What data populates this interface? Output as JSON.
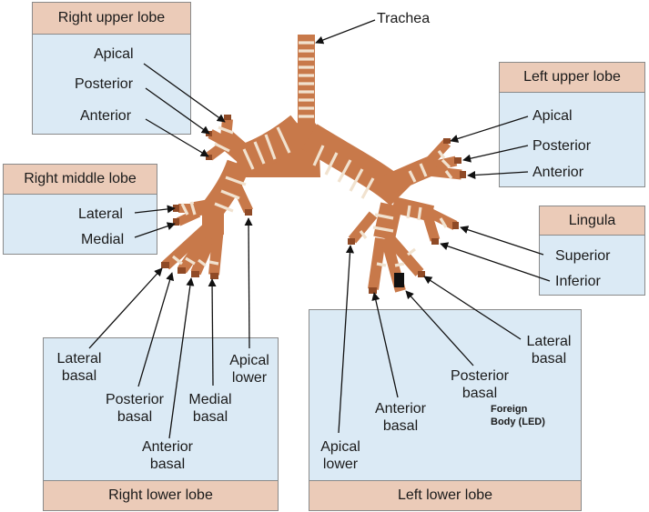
{
  "colors": {
    "airway": "#c8794a",
    "airway_dark": "#8f4a26",
    "ring": "#f1e2cf",
    "box_body": "#dbeaf5",
    "box_head": "#ebcbb8",
    "foreign_body": "#111111"
  },
  "labels": {
    "trachea": "Trachea",
    "right_upper_lobe": {
      "title": "Right upper lobe",
      "apical": "Apical",
      "posterior": "Posterior",
      "anterior": "Anterior"
    },
    "right_middle_lobe": {
      "title": "Right middle lobe",
      "lateral": "Lateral",
      "medial": "Medial"
    },
    "right_lower_lobe": {
      "title": "Right lower lobe",
      "lateral_basal": [
        "Lateral",
        "basal"
      ],
      "posterior_basal": [
        "Posterior",
        "basal"
      ],
      "anterior_basal": [
        "Anterior",
        "basal"
      ],
      "medial_basal": [
        "Medial",
        "basal"
      ],
      "apical_lower": [
        "Apical",
        "lower"
      ]
    },
    "left_upper_lobe": {
      "title": "Left upper lobe",
      "apical": "Apical",
      "posterior": "Posterior",
      "anterior": "Anterior"
    },
    "lingula": {
      "title": "Lingula",
      "superior": "Superior",
      "inferior": "Inferior"
    },
    "left_lower_lobe": {
      "title": "Left lower lobe",
      "lateral_basal": [
        "Lateral",
        "basal"
      ],
      "posterior_basal": [
        "Posterior",
        "basal"
      ],
      "anterior_basal": [
        "Anterior",
        "basal"
      ],
      "apical_lower": [
        "Apical",
        "lower"
      ],
      "foreign_body": [
        "Foreign",
        "Body (LED)"
      ]
    }
  }
}
